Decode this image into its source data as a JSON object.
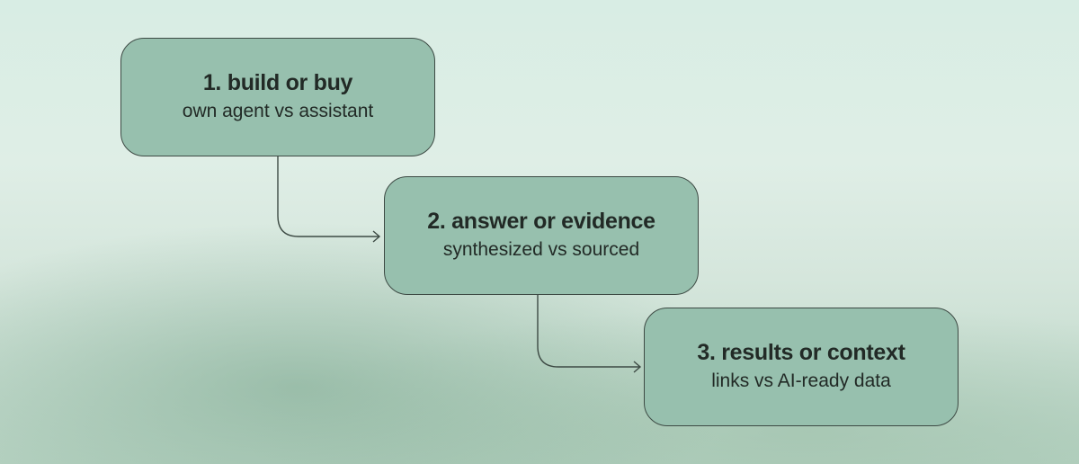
{
  "diagram": {
    "steps": [
      {
        "title": "1. build or buy",
        "subtitle": "own agent vs assistant"
      },
      {
        "title": "2. answer or evidence",
        "subtitle": "synthesized vs sourced"
      },
      {
        "title": "3. results or context",
        "subtitle": "links vs AI-ready data"
      }
    ]
  },
  "colors": {
    "box_fill": "#97c0ae",
    "box_border": "#3d4a44",
    "text": "#222a26",
    "background_top": "#d8ede4",
    "background_bottom": "#b9d4c4"
  }
}
